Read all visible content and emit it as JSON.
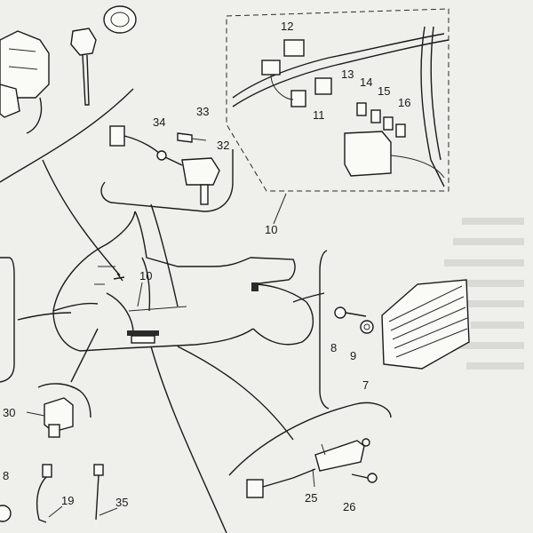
{
  "part_labels": {
    "p7": "7",
    "p8": "8",
    "p8b": "8",
    "p9": "9",
    "p10a": "10",
    "p10b": "10",
    "p11": "11",
    "p12": "12",
    "p13": "13",
    "p14": "14",
    "p15": "15",
    "p16": "16",
    "p19": "19",
    "p25": "25",
    "p26": "26",
    "p30": "30",
    "p32": "32",
    "p33": "33",
    "p34": "34",
    "p35": "35"
  },
  "colors": {
    "background": "#efefec",
    "line": "#1a1a1a",
    "bleed_through": "#d9d9d6"
  }
}
